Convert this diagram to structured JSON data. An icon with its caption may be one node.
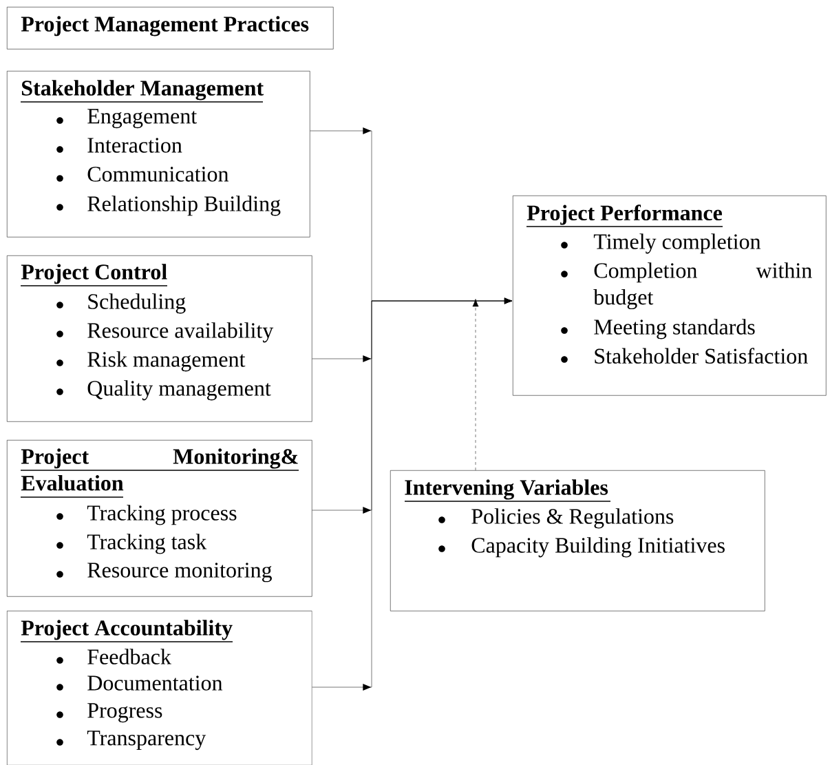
{
  "diagram": {
    "nodes": [
      {
        "text": [
          "Project Management Practices"
        ]
      },
      {
        "text": [
          "Stakeholder Management",
          "Engagement",
          "Interaction",
          "Communication",
          "Relationship Building"
        ]
      },
      {
        "text": [
          "Project Control",
          "Scheduling",
          "Resource availability",
          "Risk management",
          "Quality management"
        ]
      },
      {
        "text": [
          "Project Monitoring& Evaluation",
          "Tracking process",
          "Tracking task",
          "Resource monitoring"
        ]
      },
      {
        "text": [
          "Project Accountability",
          "Feedback",
          "Documentation",
          "Progress",
          "Transparency"
        ]
      },
      {
        "text": [
          "Project Performance",
          "Timely completion",
          "Completion within budget",
          "Meeting standards",
          "Stakeholder Satisfaction"
        ]
      },
      {
        "text": [
          "Intervening Variables",
          "Policies & Regulations",
          "Capacity Building Initiatives"
        ]
      }
    ],
    "edges": [
      {
        "from": 1,
        "to": 5,
        "arrow": "to"
      },
      {
        "from": 2,
        "to": 5,
        "arrow": "to"
      },
      {
        "from": 3,
        "to": 5,
        "arrow": "to"
      },
      {
        "from": 4,
        "to": 5,
        "arrow": "to"
      },
      {
        "from": 6,
        "to": 5,
        "arrow": "to",
        "style": "dashed"
      }
    ]
  }
}
